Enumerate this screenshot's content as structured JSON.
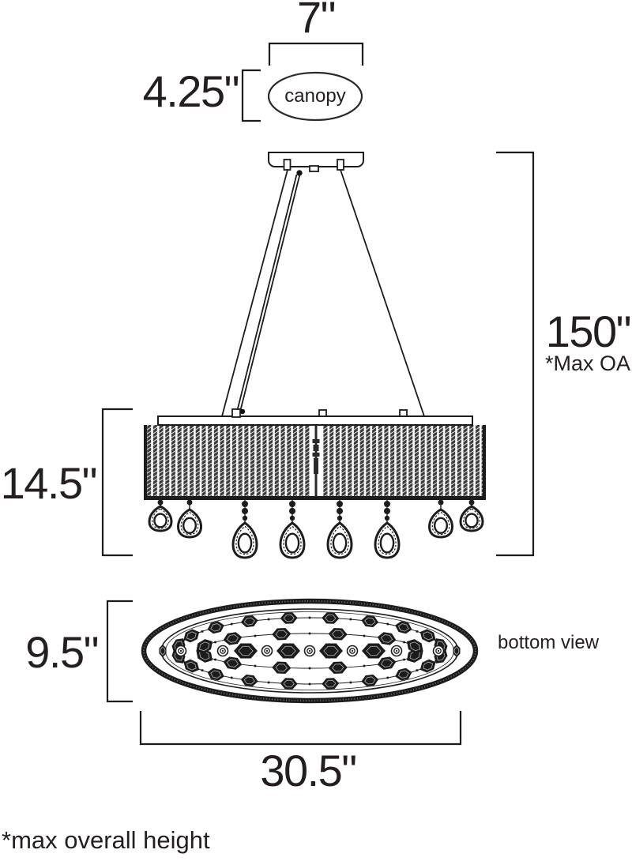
{
  "diagram": {
    "annotations": {
      "canopy_width": "7\"",
      "canopy_height": "4.25\"",
      "canopy_label": "canopy",
      "overall_height": "150\"",
      "overall_height_note": "*Max OA",
      "fixture_height": "14.5\"",
      "bottom_depth": "9.5\"",
      "bottom_view_label": "bottom view",
      "fixture_width": "30.5\"",
      "footnote": "*max overall height"
    },
    "ink_color": "#1c1c1c",
    "crystal_drop_count": 8
  }
}
